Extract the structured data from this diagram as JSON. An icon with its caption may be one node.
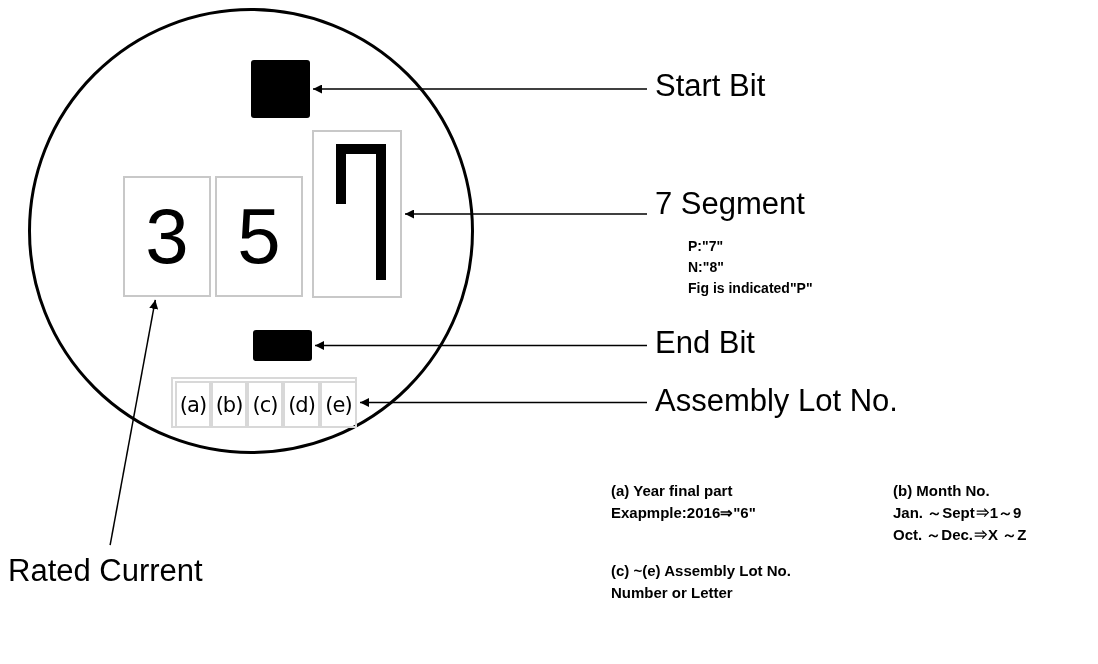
{
  "diagram": {
    "nodes": [
      {
        "text": [],
        "shape": "circle"
      },
      {
        "text": [],
        "shape": "box",
        "in": 0
      },
      {
        "text": [
          "3"
        ],
        "in": 0
      },
      {
        "text": [
          "5"
        ],
        "in": 0
      },
      {
        "text": [],
        "shape": "picture",
        "in": 0
      },
      {
        "text": [],
        "shape": "box",
        "in": 0
      },
      {
        "text": [],
        "shape": "box",
        "in": 0
      },
      {
        "text": [
          "(a)"
        ],
        "in": 6
      },
      {
        "text": [
          "(b)"
        ],
        "in": 6
      },
      {
        "text": [
          "(c)"
        ],
        "in": 6
      },
      {
        "text": [
          "(d)"
        ],
        "in": 6
      },
      {
        "text": [
          "(e)"
        ],
        "in": 6
      },
      {
        "text": [
          "Start Bit"
        ]
      },
      {
        "text": [
          "7 Segment"
        ],
        "beside": [
          "P:\"7\"",
          "N:\"8\"",
          "Fig is indicated\"P\""
        ]
      },
      {
        "text": [
          "End Bit"
        ]
      },
      {
        "text": [
          "Assembly Lot No."
        ]
      },
      {
        "text": [
          "Rated Current"
        ]
      }
    ],
    "edges": [
      {
        "from": 12,
        "to": 1,
        "arrow": "to"
      },
      {
        "from": 13,
        "to": 4,
        "arrow": "to"
      },
      {
        "from": 14,
        "to": 5,
        "arrow": "to"
      },
      {
        "from": 15,
        "to": 6,
        "arrow": "to"
      },
      {
        "from": 16,
        "to": 2,
        "arrow": "to"
      }
    ],
    "labels": [
      "(a) Year final part",
      "(b) Month No.",
      "Exapmple:2016⇒\"6\"",
      "Jan. ～Sept⇒1～9",
      "Oct. ～Dec.⇒X ～Z",
      "(c) ~(e) Assembly Lot No.",
      "Number or Letter"
    ]
  }
}
